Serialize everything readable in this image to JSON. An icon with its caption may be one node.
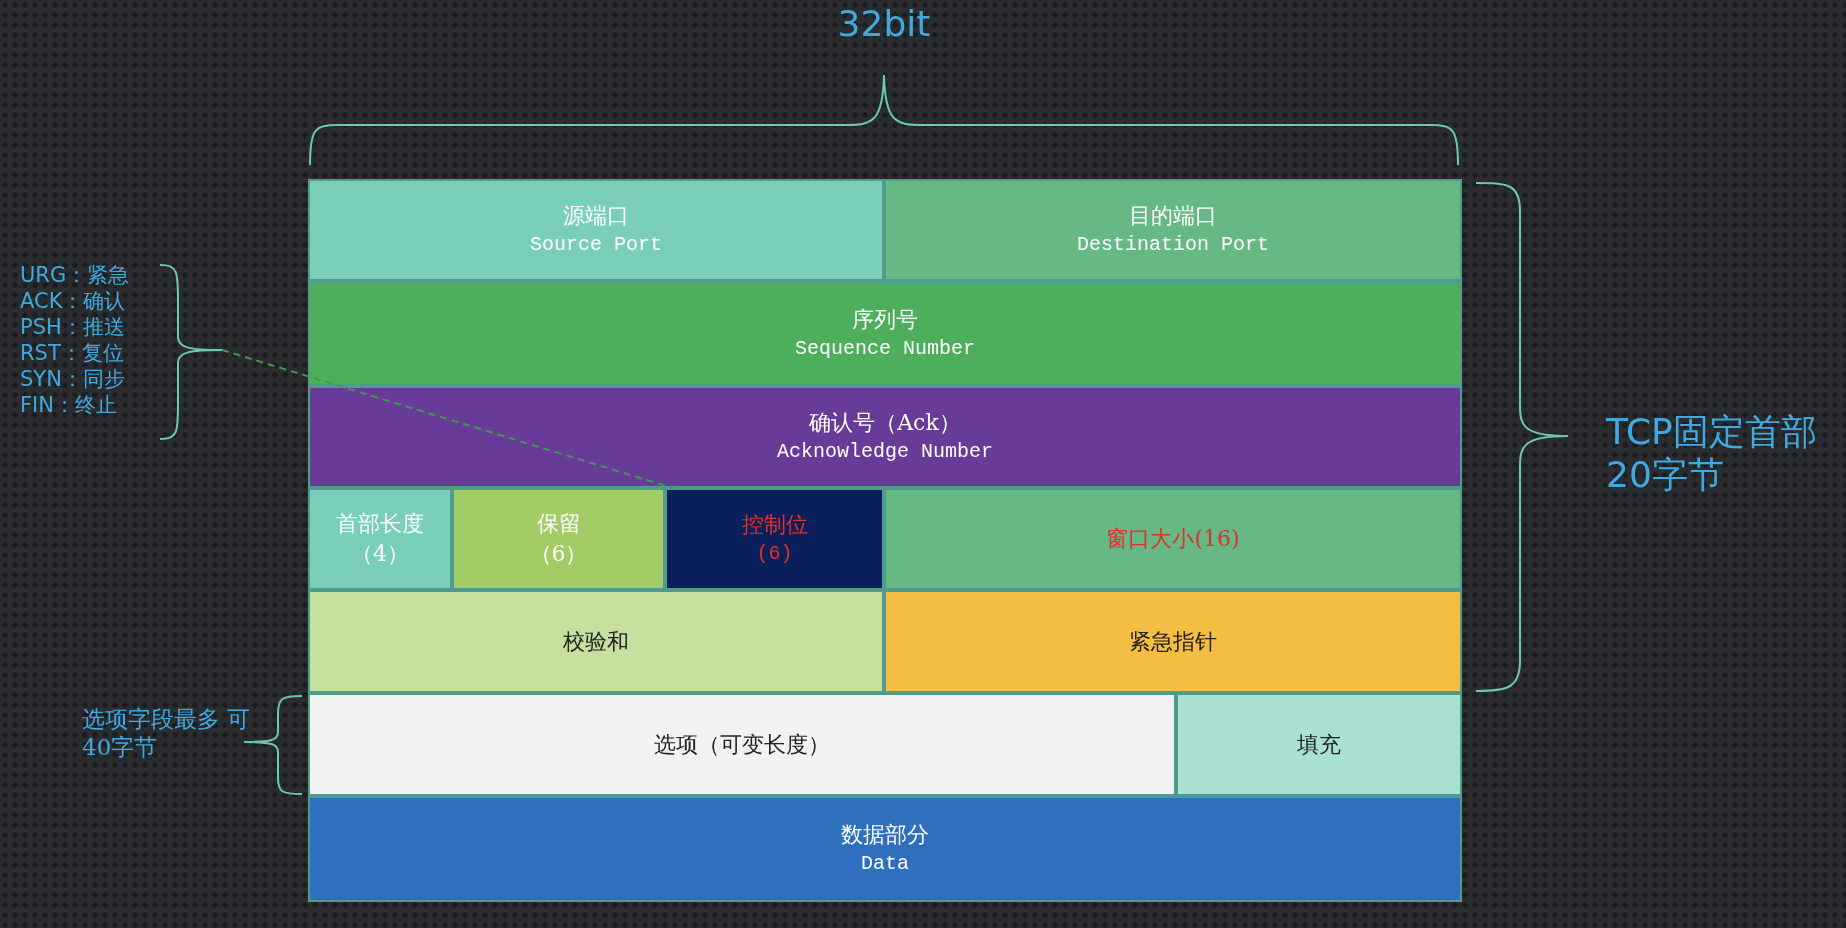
{
  "diagram": {
    "nodes": [
      {
        "text": [
          "源端口",
          "Source Port"
        ]
      },
      {
        "text": [
          "目的端口",
          "Destination Port"
        ]
      },
      {
        "text": [
          "序列号",
          "Sequence Number"
        ]
      },
      {
        "text": [
          "确认号（Ack）",
          "Acknowledge Number"
        ]
      },
      {
        "text": [
          "首部长度",
          "（4）"
        ]
      },
      {
        "text": [
          "保留",
          "（6）"
        ]
      },
      {
        "text": [
          "控制位",
          "(6)"
        ]
      },
      {
        "text": [
          "窗口大小(16)"
        ]
      },
      {
        "text": [
          "校验和"
        ]
      },
      {
        "text": [
          "紧急指针"
        ]
      },
      {
        "text": [
          "选项（可变长度）"
        ]
      },
      {
        "text": [
          "填充"
        ]
      },
      {
        "text": [
          "数据部分",
          "Data"
        ]
      },
      {
        "text": [
          "URG：紧急",
          "ACK：确认",
          "PSH：推送",
          "RST：复位",
          "SYN：同步",
          "FIN：终止"
        ]
      }
    ],
    "edges": [
      {
        "from": 13,
        "to": 6,
        "arrow": "none",
        "style": "dashed"
      }
    ],
    "labels": [
      "32bit",
      "TCP固定首部 20字节",
      "选项字段最多 可40字节"
    ]
  }
}
